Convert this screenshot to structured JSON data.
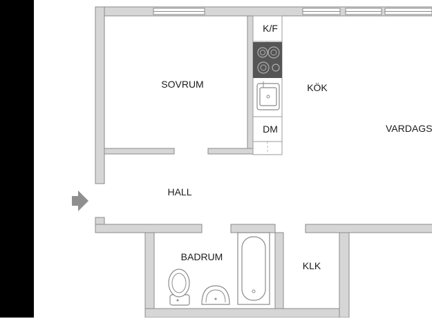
{
  "left_strip_color": "#000000",
  "wall_color": "#d6d6d6",
  "stove_color": "#555555",
  "entrance_arrow_color": "#8f8f8f",
  "rooms": {
    "sovrum": "SOVRUM",
    "kok": "KÖK",
    "vardagsrum": "VARDAGS",
    "hall": "HALL",
    "badrum": "BADRUM",
    "klk": "KLK"
  },
  "appliances": {
    "kf": "K/F",
    "dm": "DM"
  },
  "icons": [
    "entrance-arrow-icon",
    "stove-icon",
    "sink-icon",
    "toilet-icon",
    "washbasin-icon",
    "bathtub-icon"
  ]
}
